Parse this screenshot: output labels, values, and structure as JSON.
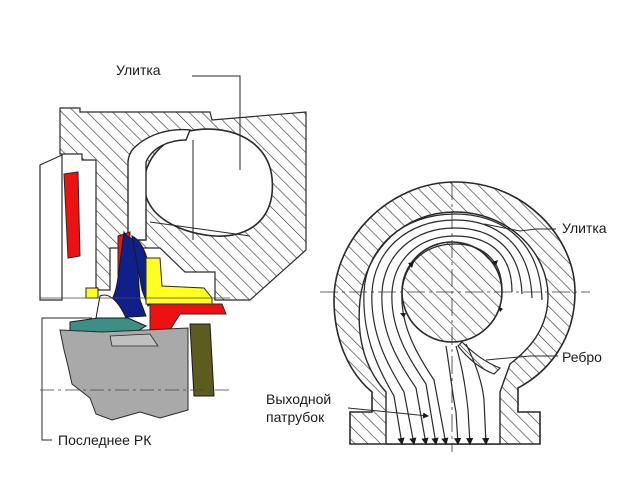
{
  "labels": {
    "volute_top": "Улитка",
    "last_impeller": "Последнее РК",
    "volute_right": "Улитка",
    "rib": "Ребро",
    "outlet_line1": "Выходной",
    "outlet_line2": "патрубок"
  },
  "colors": {
    "hatch": "#3a3a3a",
    "red": "#ee1111",
    "navy": "#10208a",
    "yellow": "#ffff22",
    "teal": "#3c8f86",
    "olive": "#5c5c1e",
    "grey": "#a9a9a9",
    "flow_lines": "#2a2a2a"
  }
}
